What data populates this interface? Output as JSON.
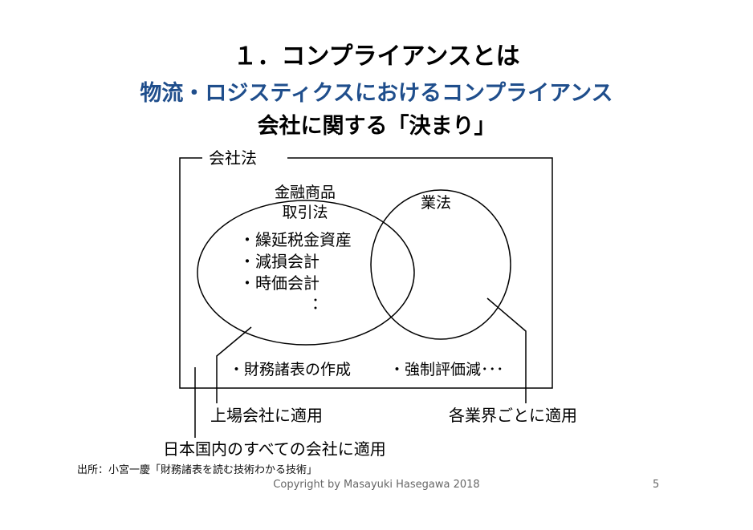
{
  "title": "１．コンプライアンスとは",
  "subtitle": "物流・ロジスティクスにおけるコンプライアンス",
  "heading": "会社に関する「決まり」",
  "diagram": {
    "box_label": "会社法",
    "left_circle": {
      "title_line1": "金融商品",
      "title_line2": "取引法",
      "bullets": [
        "・繰延税金資産",
        "・減損会計",
        "・時価会計"
      ],
      "ellipsis": "："
    },
    "right_circle": {
      "title": "業法"
    },
    "bottom_items": [
      "・財務諸表の作成",
      "・強制評価減･･･"
    ],
    "callouts": {
      "listed": "上場会社に適用",
      "industry": "各業界ごとに適用",
      "all": "日本国内のすべての会社に適用"
    }
  },
  "footer": {
    "source": "出所：小宮一慶「財務諸表を読む技術わかる技術」",
    "copyright": "Copyright by Masayuki Hasegawa 2018",
    "page": "5"
  }
}
